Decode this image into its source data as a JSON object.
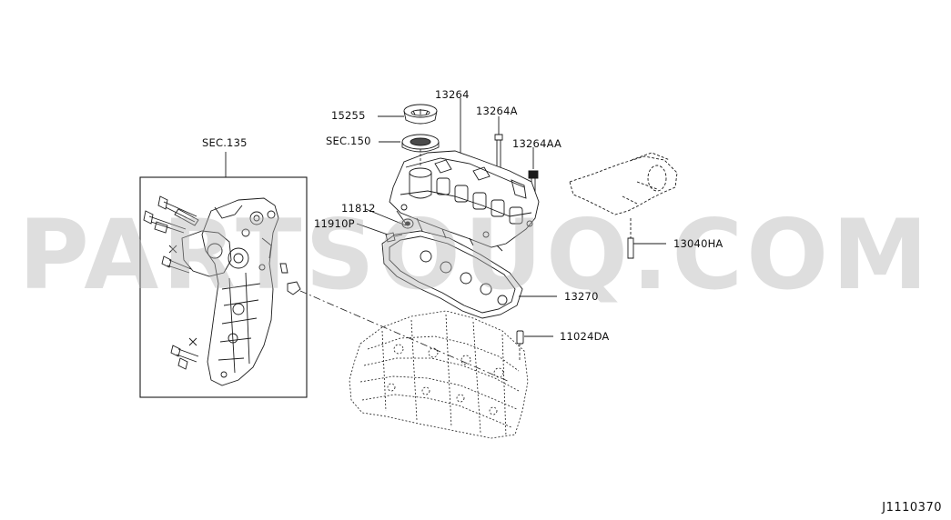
{
  "diagram_id": "J1110370",
  "watermark": {
    "text": "PARTSOUQ.COM",
    "color": "#b3b3b3"
  },
  "colors": {
    "line": "#1a1a1a",
    "hatch": "#4a4a4a",
    "background": "#ffffff"
  },
  "labels": {
    "sec135": "SEC.135",
    "p15255": "15255",
    "sec150": "SEC.150",
    "p13264": "13264",
    "p13264a": "13264A",
    "p13264aa": "13264AA",
    "p11812": "11812",
    "p11910p": "11910P",
    "p13040ha": "13040HA",
    "p13270": "13270",
    "p11024da": "11024DA"
  }
}
